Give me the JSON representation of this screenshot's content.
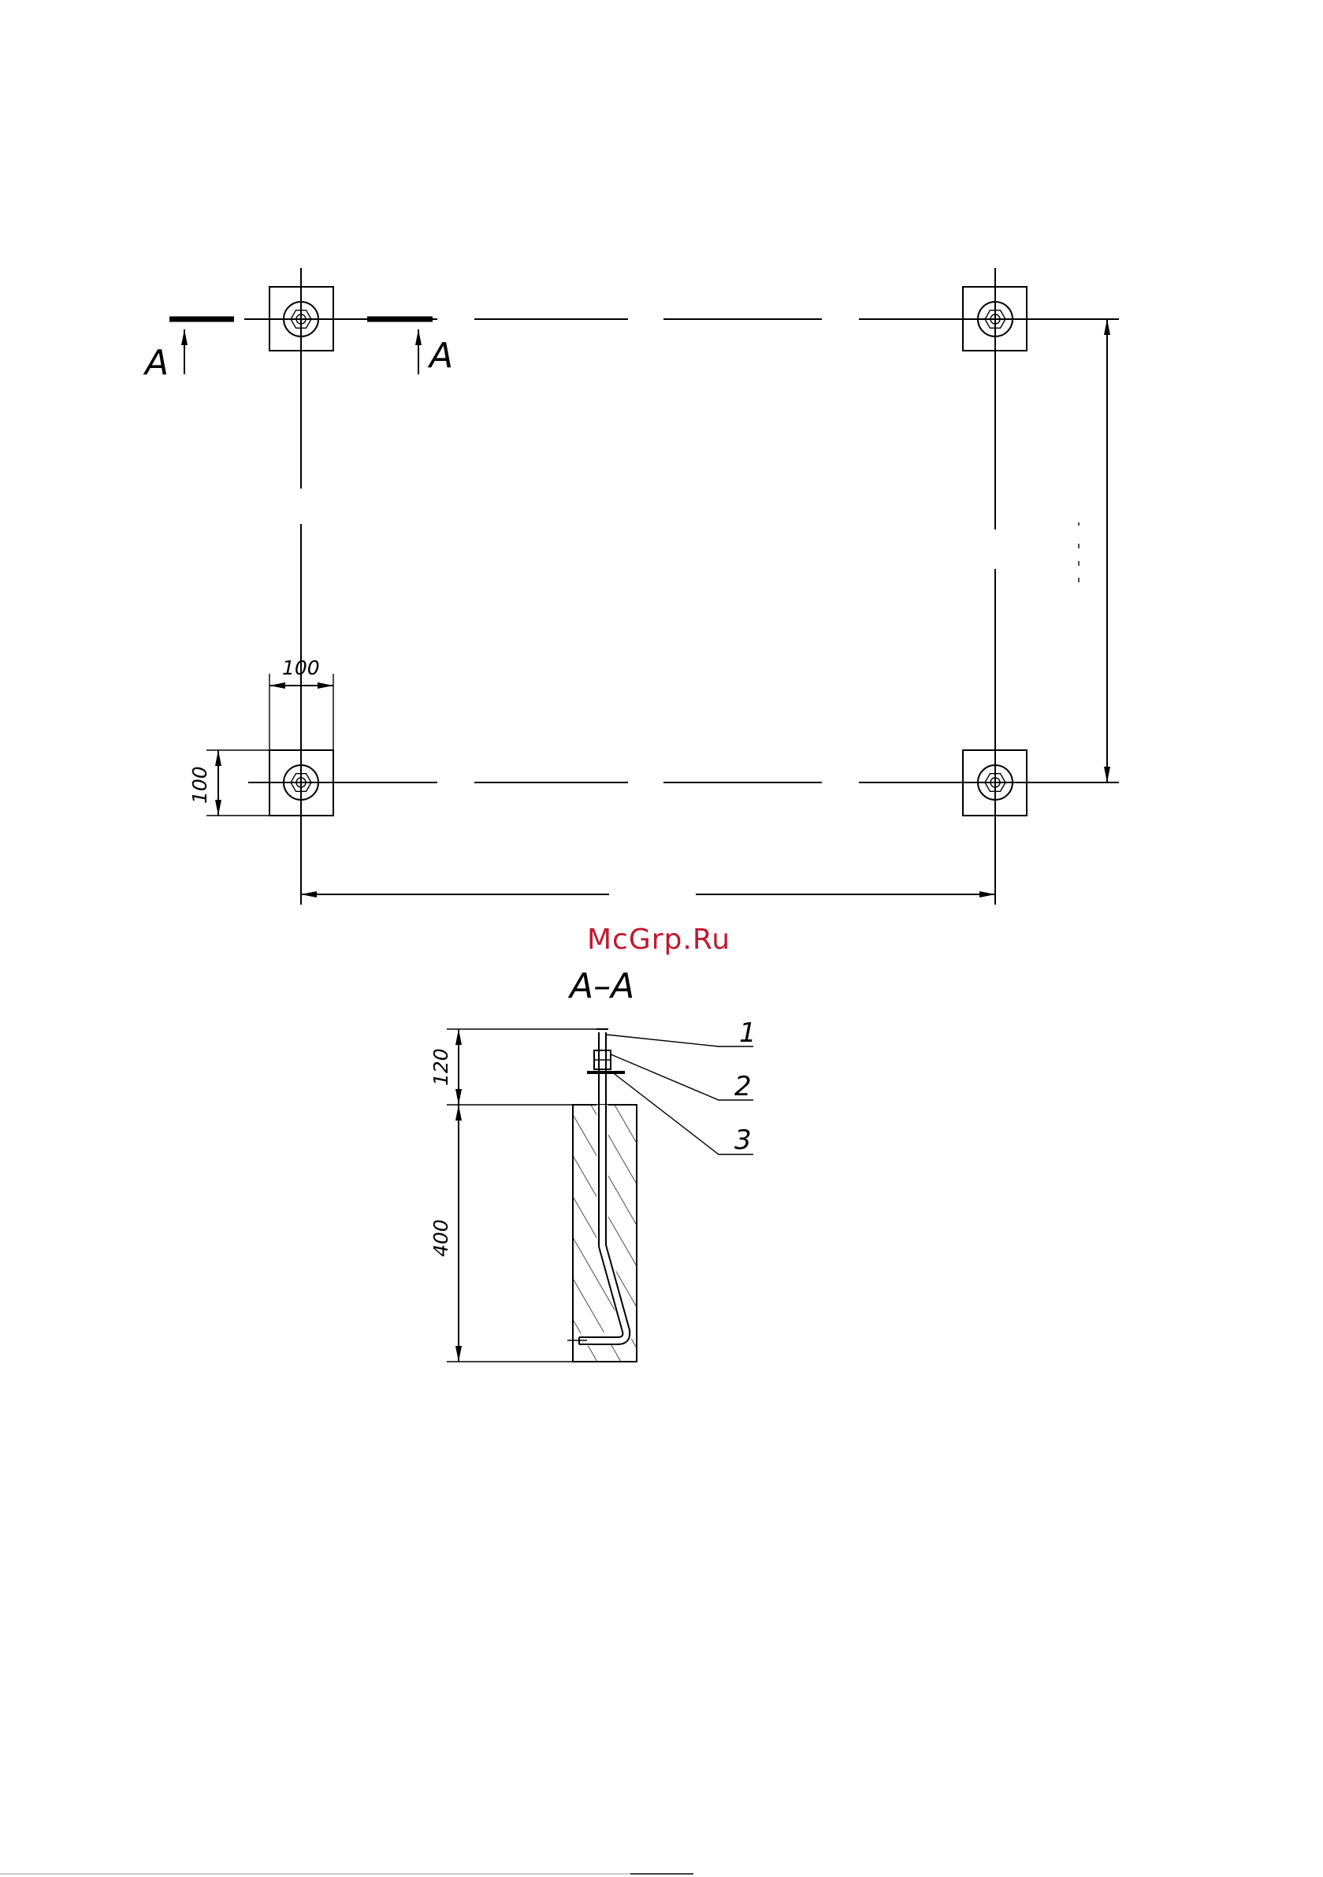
{
  "plan_view": {
    "section_mark_left": "A",
    "section_mark_right": "A",
    "dim_width_pad": "100",
    "dim_height_pad": "100"
  },
  "watermark": "McGrp.Ru",
  "section_view": {
    "title": "A–A",
    "dim_top": "120",
    "dim_depth": "400",
    "positions": [
      "1",
      "2",
      "3"
    ]
  },
  "colors": {
    "watermark": "#c0192e",
    "lines": "#000000"
  }
}
